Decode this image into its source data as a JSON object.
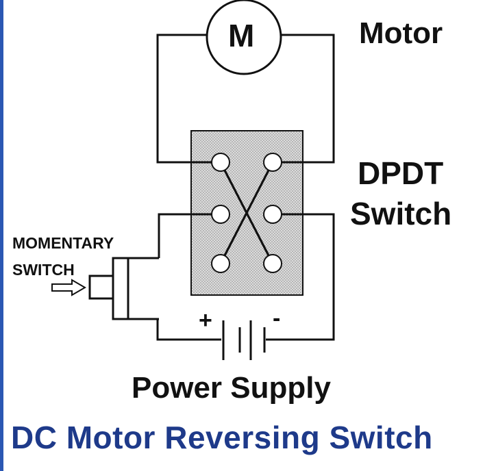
{
  "labels": {
    "motor": "Motor",
    "motor_symbol": "M",
    "switch_line1": "DPDT",
    "switch_line2": "Switch",
    "momentary_line1": "MOMENTARY",
    "momentary_line2": "SWITCH",
    "power_supply": "Power Supply",
    "battery_plus": "+",
    "battery_minus": "-"
  },
  "title": "DC Motor Reversing Switch",
  "colors": {
    "line": "#111111",
    "switch_fill": "#dcdcdc",
    "title": "#1e3a8a",
    "border_strip": "#2b57b3"
  }
}
